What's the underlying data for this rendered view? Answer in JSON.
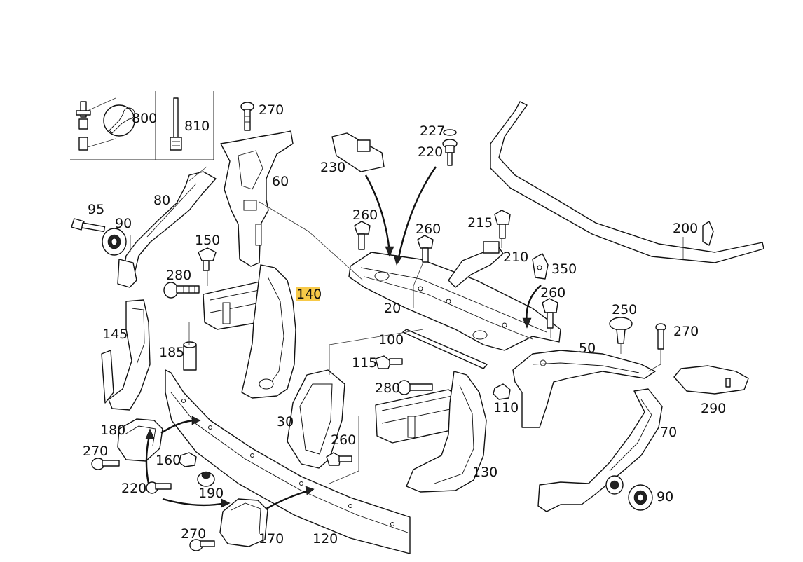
{
  "colors": {
    "highlight": "#f7c948",
    "ink": "#111111",
    "background": "#ffffff"
  },
  "parts": [
    {
      "id": "p800",
      "text": "800"
    },
    {
      "id": "p810",
      "text": "810"
    },
    {
      "id": "p270a",
      "text": "270"
    },
    {
      "id": "p60",
      "text": "60"
    },
    {
      "id": "p80",
      "text": "80"
    },
    {
      "id": "p95",
      "text": "95"
    },
    {
      "id": "p90a",
      "text": "90"
    },
    {
      "id": "p150",
      "text": "150"
    },
    {
      "id": "p280a",
      "text": "280"
    },
    {
      "id": "p140",
      "text": "140",
      "highlighted": true
    },
    {
      "id": "p145",
      "text": "145"
    },
    {
      "id": "p185",
      "text": "185"
    },
    {
      "id": "p180",
      "text": "180"
    },
    {
      "id": "p270b",
      "text": "270"
    },
    {
      "id": "p160",
      "text": "160"
    },
    {
      "id": "p220a",
      "text": "220"
    },
    {
      "id": "p190",
      "text": "190"
    },
    {
      "id": "p270c",
      "text": "270"
    },
    {
      "id": "p170",
      "text": "170"
    },
    {
      "id": "p120",
      "text": "120"
    },
    {
      "id": "p230",
      "text": "230"
    },
    {
      "id": "p227",
      "text": "227"
    },
    {
      "id": "p220b",
      "text": "220"
    },
    {
      "id": "p260a",
      "text": "260"
    },
    {
      "id": "p260b",
      "text": "260"
    },
    {
      "id": "p215",
      "text": "215"
    },
    {
      "id": "p210",
      "text": "210"
    },
    {
      "id": "p350",
      "text": "350"
    },
    {
      "id": "p200",
      "text": "200"
    },
    {
      "id": "p20",
      "text": "20"
    },
    {
      "id": "p260c",
      "text": "260"
    },
    {
      "id": "p250",
      "text": "250"
    },
    {
      "id": "p270d",
      "text": "270"
    },
    {
      "id": "p100",
      "text": "100"
    },
    {
      "id": "p50",
      "text": "50"
    },
    {
      "id": "p115",
      "text": "115"
    },
    {
      "id": "p280b",
      "text": "280"
    },
    {
      "id": "p110",
      "text": "110"
    },
    {
      "id": "p290",
      "text": "290"
    },
    {
      "id": "p30",
      "text": "30"
    },
    {
      "id": "p260d",
      "text": "260"
    },
    {
      "id": "p70",
      "text": "70"
    },
    {
      "id": "p130",
      "text": "130"
    },
    {
      "id": "p90b",
      "text": "90"
    }
  ]
}
